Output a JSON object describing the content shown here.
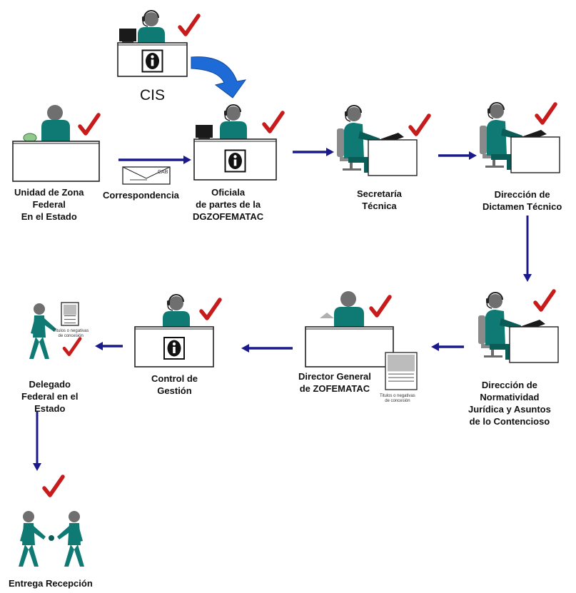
{
  "colors": {
    "figure": "#0e7a73",
    "figure_dark": "#0a5c57",
    "skin": "#6f6f6f",
    "check": "#c81c1c",
    "arrow": "#1a1a8c",
    "curved_arrow": "#1e6ad6",
    "desk_stroke": "#222222"
  },
  "icons": {
    "desk_info": "info-symbol",
    "check": "checkmark",
    "headset": "headset"
  },
  "nodes": {
    "cis": {
      "label": "CIS"
    },
    "unidad": {
      "lines": [
        "Unidad de Zona",
        "Federal",
        "En el Estado"
      ]
    },
    "correspondencia": {
      "label": "Correspondencia",
      "envelope_text": "CAB"
    },
    "oficiala": {
      "lines": [
        "Oficiala",
        "de partes de la",
        "DGZOFEMATAC"
      ]
    },
    "secretaria": {
      "lines": [
        "Secretaría",
        "Técnica"
      ]
    },
    "dictamen": {
      "lines": [
        "Dirección de",
        "Dictamen Técnico"
      ]
    },
    "normatividad": {
      "lines": [
        "Dirección de",
        "Normatividad",
        "Jurídica y Asuntos",
        "de lo Contencioso"
      ]
    },
    "director": {
      "lines": [
        "Director General",
        "de ZOFEMATAC"
      ],
      "doc_caption": [
        "Titulos o negativas",
        "de concesión"
      ]
    },
    "control": {
      "lines": [
        "Control de",
        "Gestión"
      ]
    },
    "delegado": {
      "lines": [
        "Delegado",
        "Federal en el",
        "Estado"
      ],
      "doc_caption": [
        "Títulos o negativas",
        "de concesión"
      ]
    },
    "entrega": {
      "label": "Entrega Recepción"
    }
  }
}
